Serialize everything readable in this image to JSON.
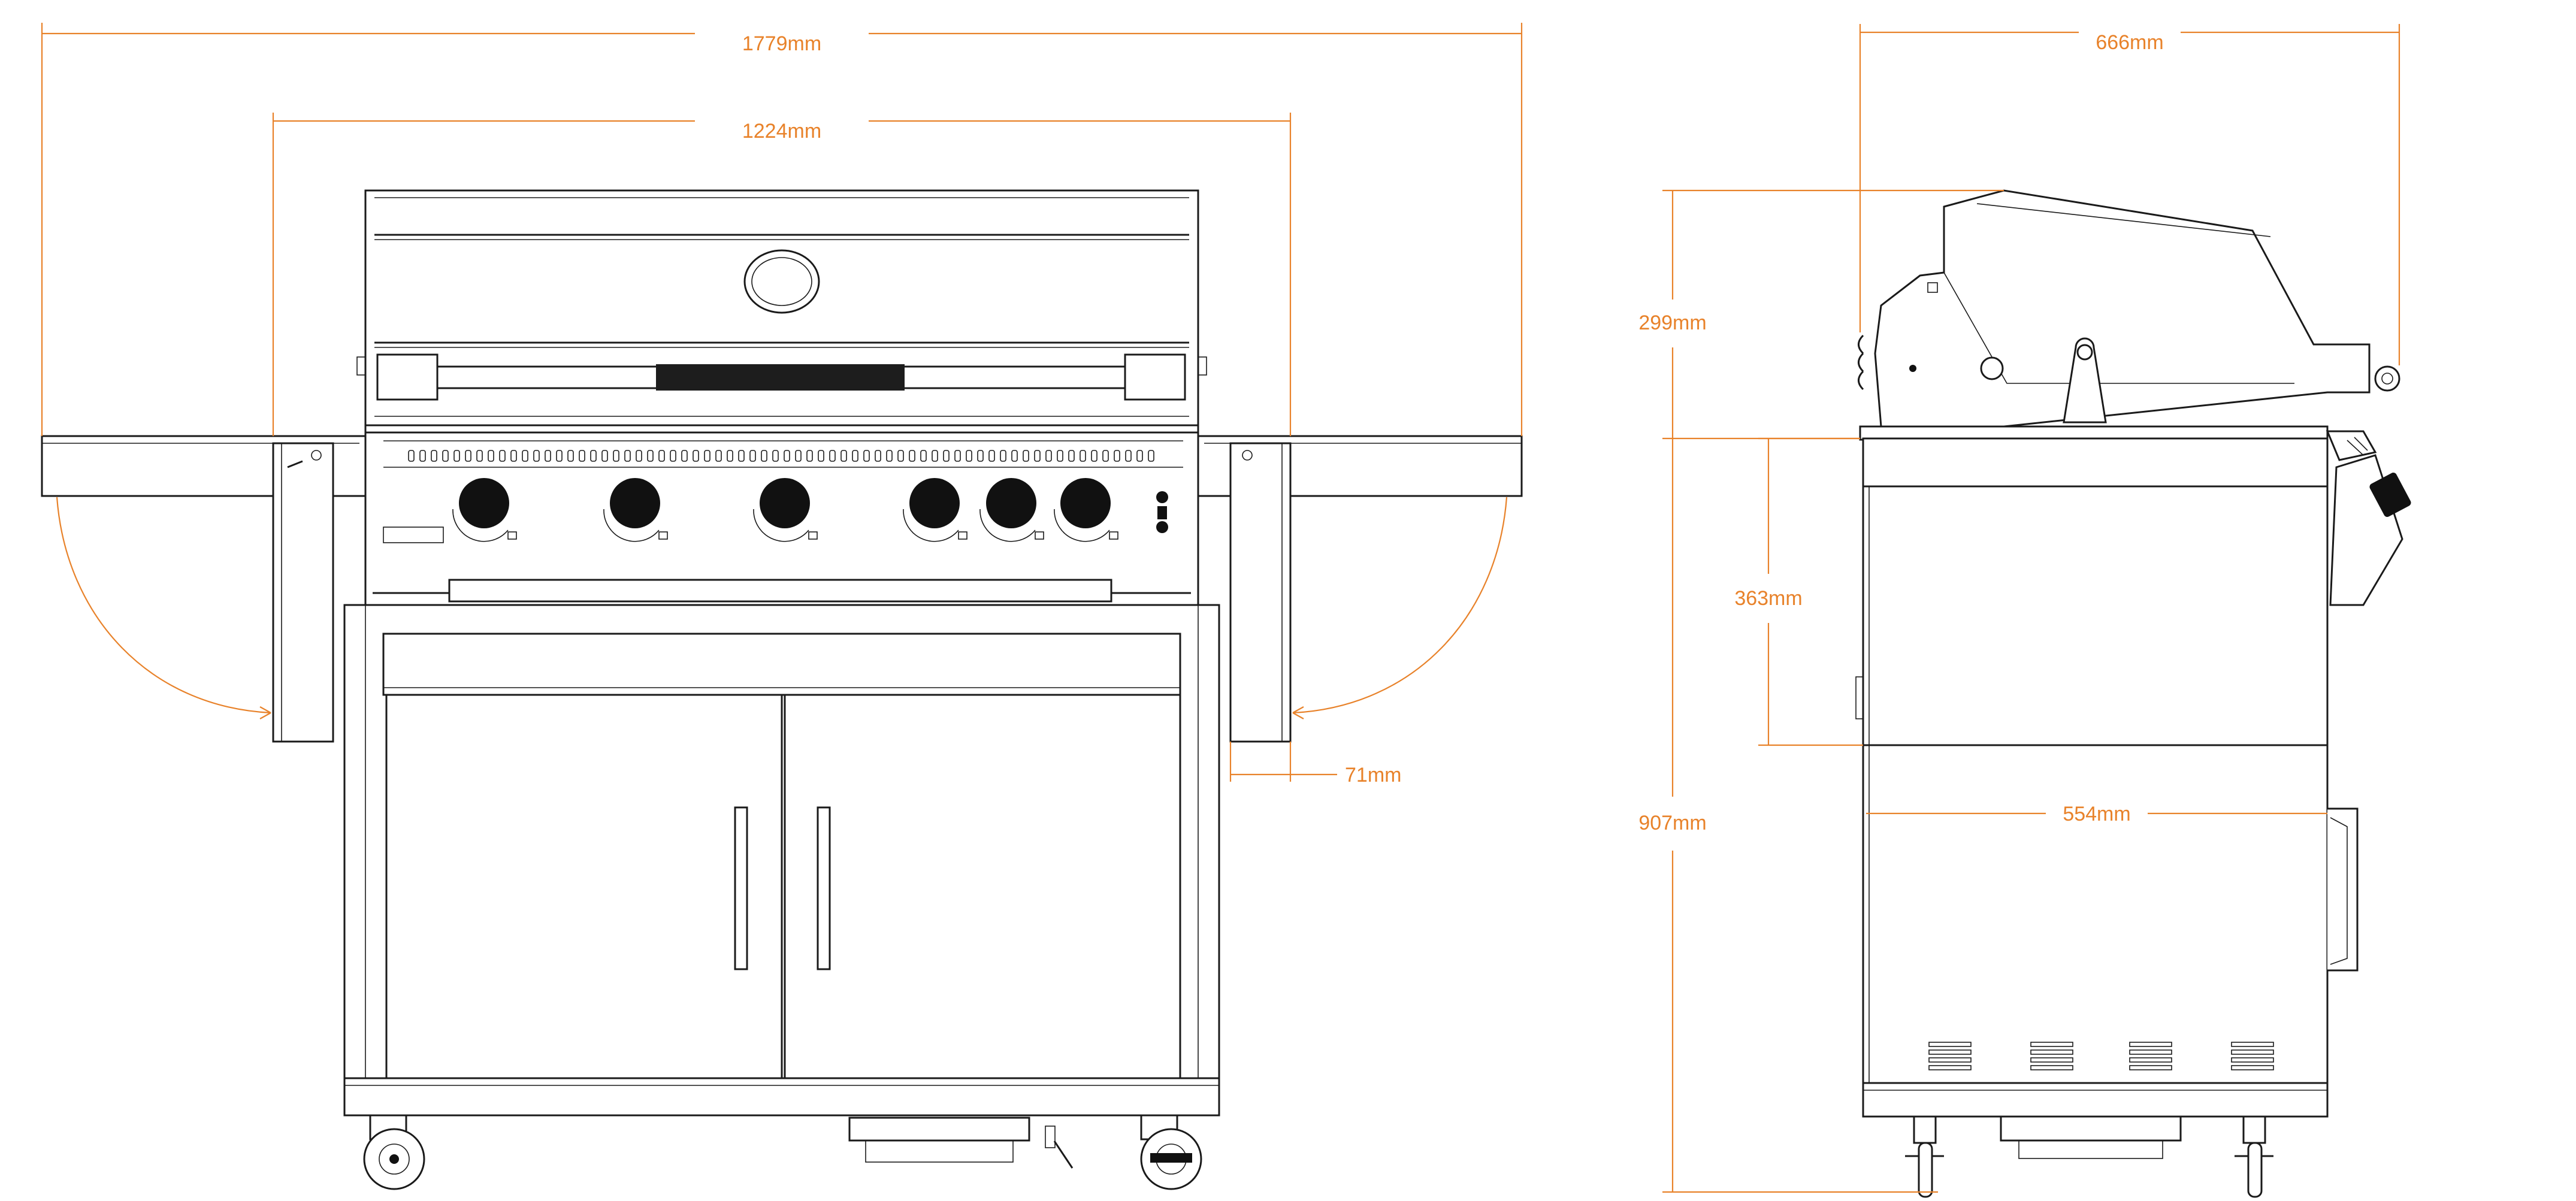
{
  "colors": {
    "dimension": "#e8822a",
    "linework": "#1a1a1a",
    "background": "#ffffff"
  },
  "dimensions": {
    "front_total_width": "1779mm",
    "front_body_width": "1224mm",
    "side_shelf_depth": "71mm",
    "side_total_depth": "666mm",
    "lid_height": "299mm",
    "shelf_height": "363mm",
    "cart_height": "907mm",
    "cart_depth": "554mm"
  },
  "icons": {
    "front_view": "grill-front-view",
    "side_view": "grill-side-view"
  }
}
